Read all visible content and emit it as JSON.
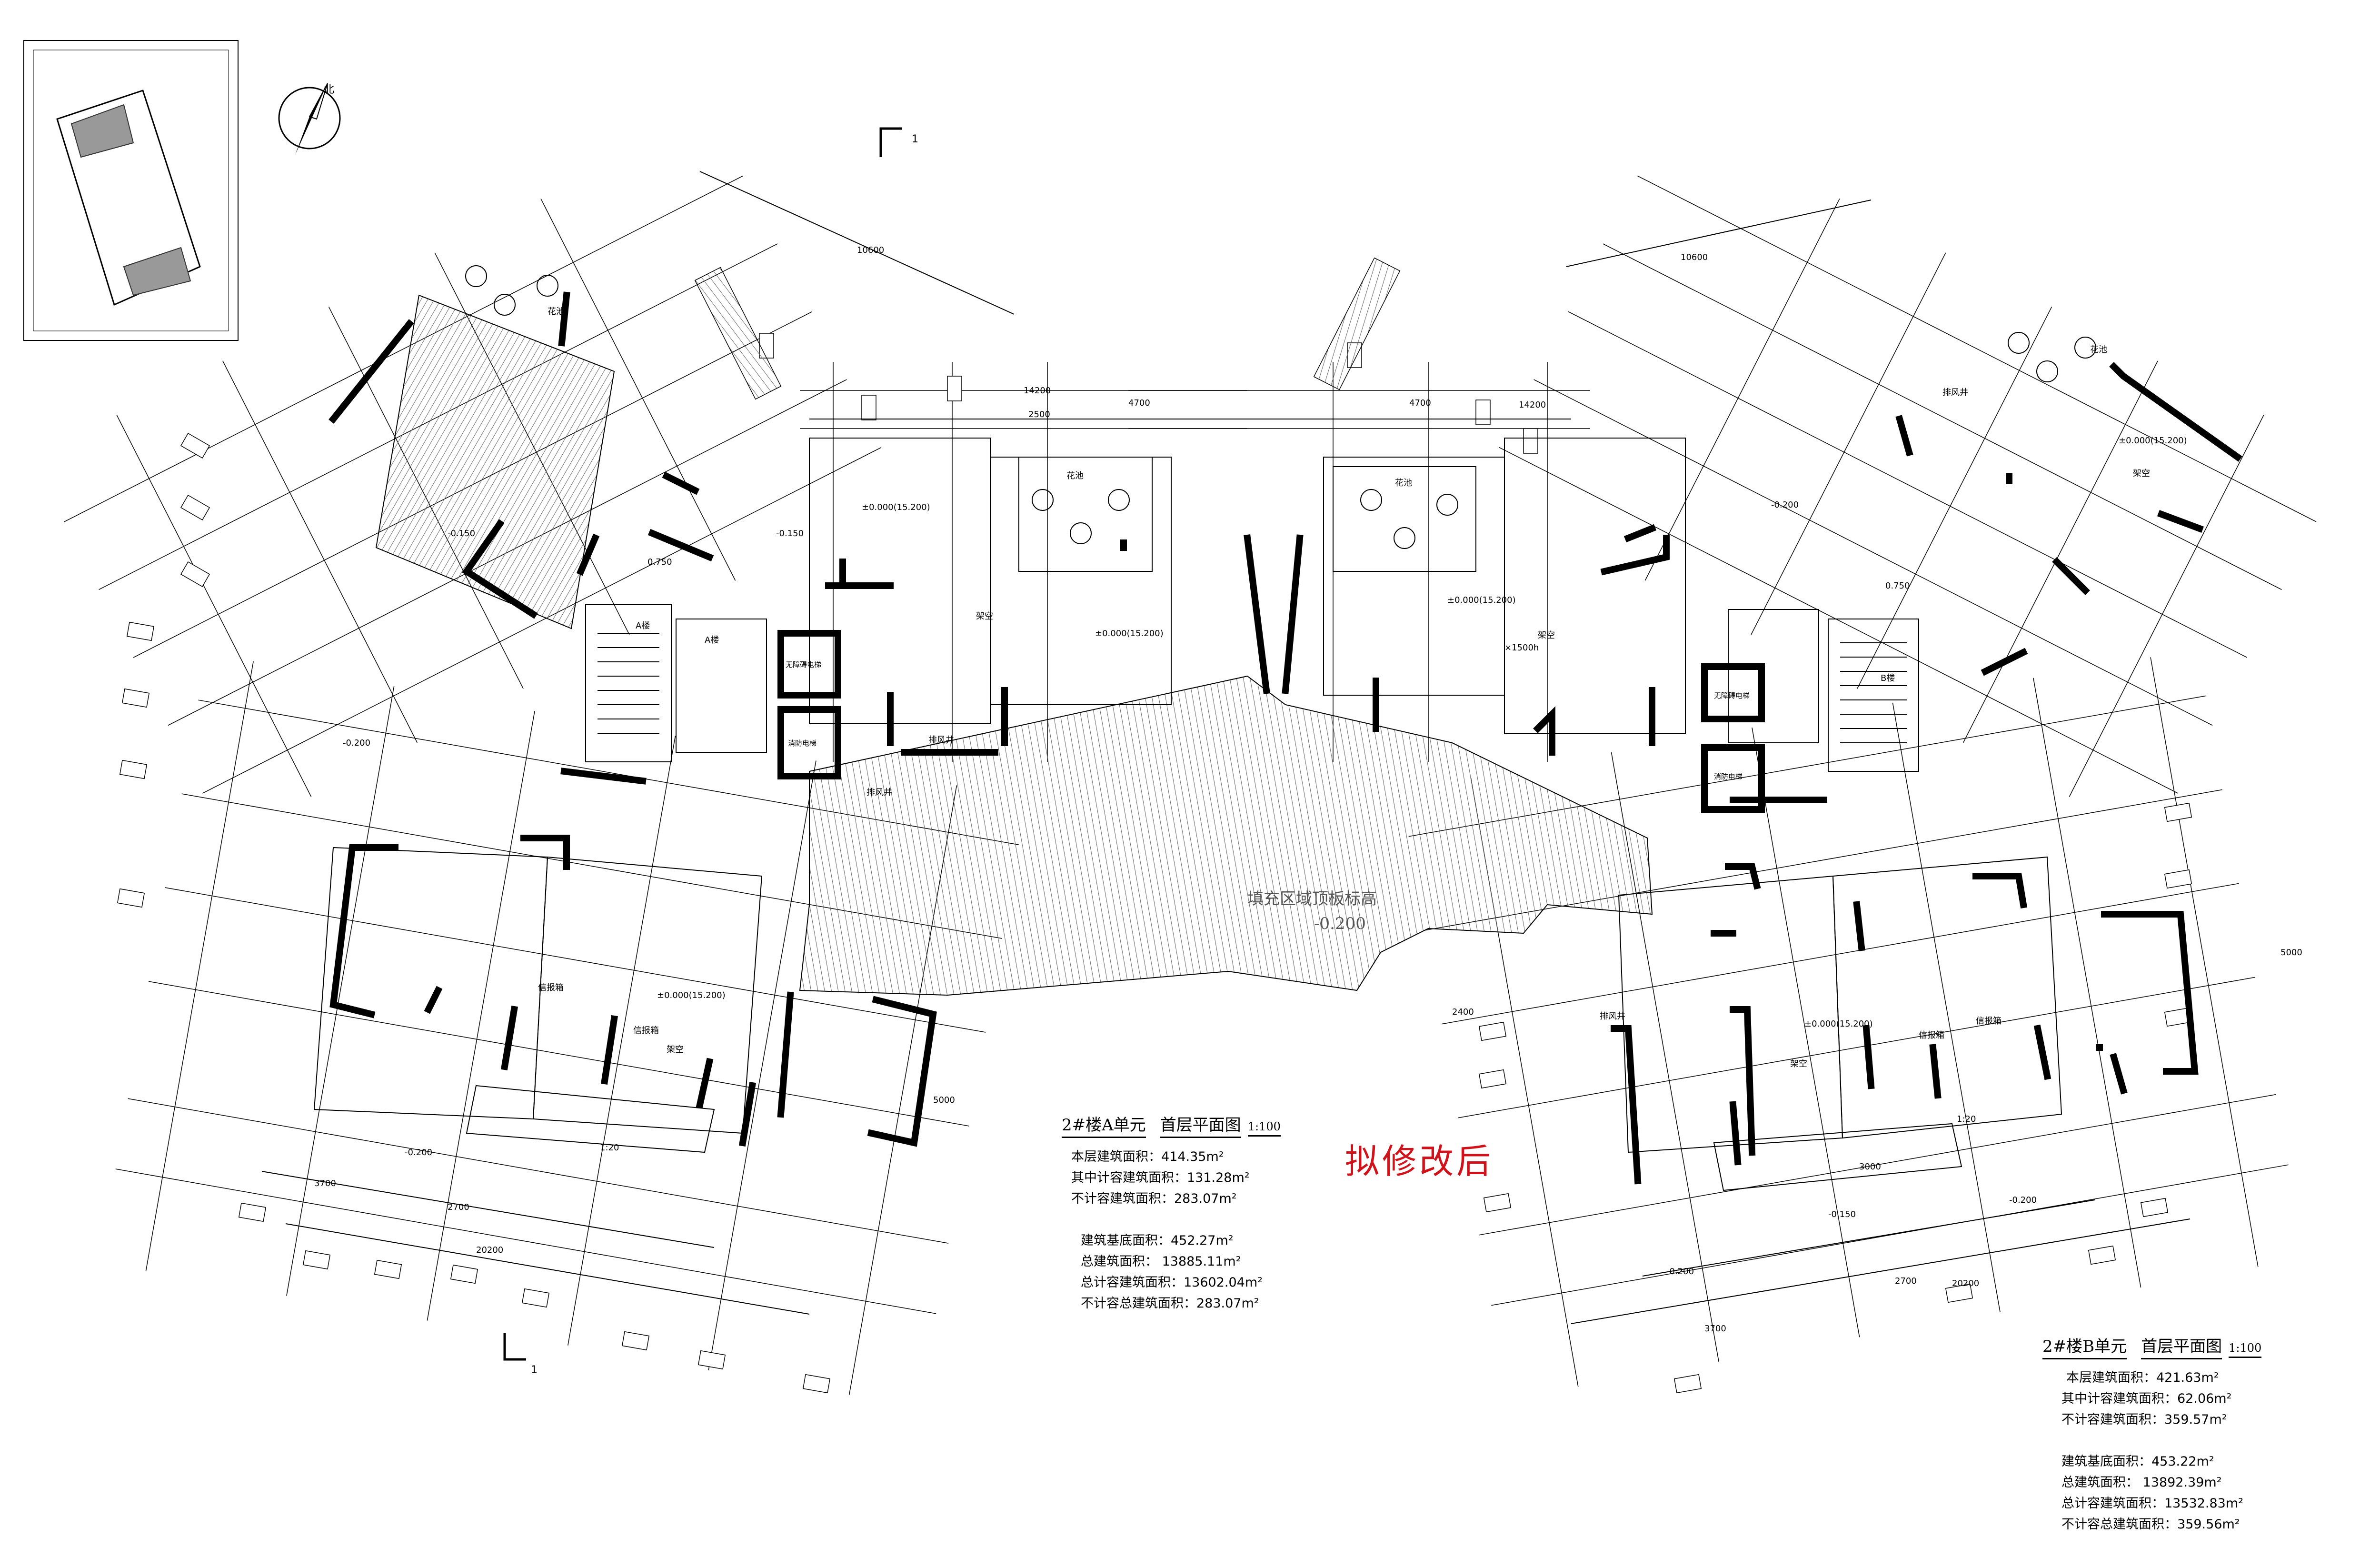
{
  "north_label": "北",
  "section_mark": "1",
  "fill_area_label": "填充区域顶板标高",
  "fill_area_level": "-0.200",
  "revision_note": "拟修改后",
  "unit_a": {
    "title": "2#楼A单元",
    "plan_name": "首层平面图",
    "scale": "1:100",
    "floor_area": "本层建筑面积：414.35m²",
    "counted_area": "其中计容建筑面积：131.28m²",
    "uncounted_area": "不计容建筑面积：283.07m²",
    "base_area": "建筑基底面积：452.27m²",
    "total_area": "总建筑面积：  13885.11m²",
    "total_counted": "总计容建筑面积：13602.04m²",
    "total_uncounted": "不计容总建筑面积：283.07m²"
  },
  "unit_b": {
    "title": "2#楼B单元",
    "plan_name": "首层平面图",
    "scale": "1:100",
    "floor_area": "本层建筑面积：421.63m²",
    "counted_area": "其中计容建筑面积：62.06m²",
    "uncounted_area": "不计容建筑面积：359.57m²",
    "base_area": "建筑基底面积：453.22m²",
    "total_area": "总建筑面积：  13892.39m²",
    "total_counted": "总计容建筑面积：13532.83m²",
    "total_uncounted": "不计容总建筑面积：359.56m²"
  },
  "room_labels": {
    "garden": "花池",
    "void": "架空",
    "level_main": "±0.000(15.200)",
    "stair_a": "A楼",
    "stair_b": "B楼",
    "fan_shaft": "排风井",
    "elevator": "无障碍电梯",
    "fire_elevator": "消防电梯",
    "mailbox": "信报箱",
    "ramp": "1:20",
    "level_neg015": "-0.150",
    "level_neg020": "-0.200",
    "level_075": "0.750",
    "level_1500": "×1500h"
  },
  "dimensions": {
    "d1": "3700",
    "d2": "2700",
    "d3": "20200",
    "d4": "10600",
    "d5": "14200",
    "d6": "4700",
    "d7": "2500",
    "d8": "5000",
    "d9": "2400",
    "d10": "3000"
  },
  "colors": {
    "line": "#000000",
    "note": "#d0121b",
    "hatch": "#666666"
  }
}
